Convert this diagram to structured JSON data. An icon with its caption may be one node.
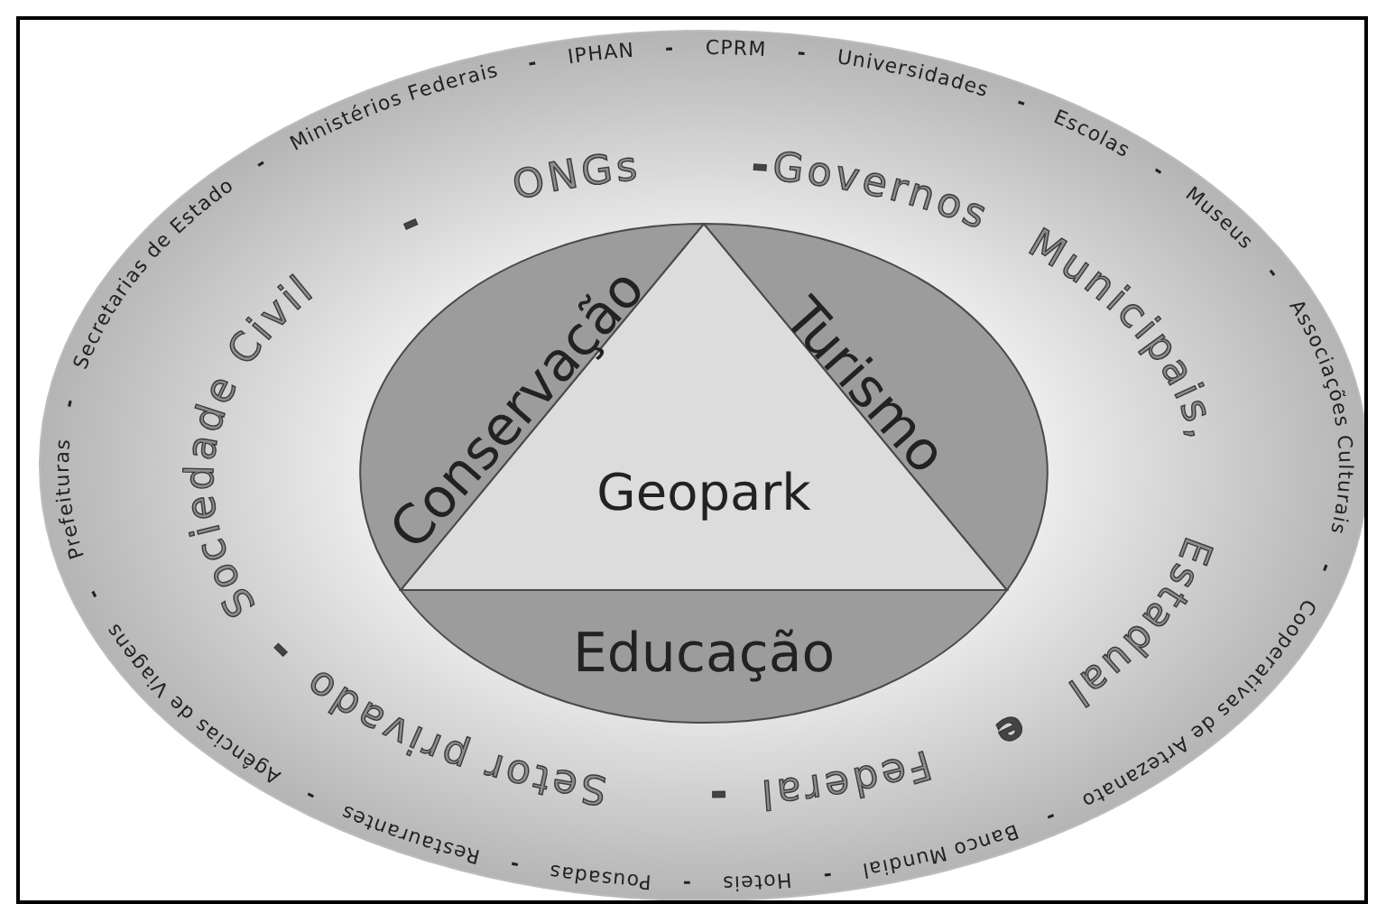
{
  "diagram": {
    "nodes": [
      {
        "text": [
          "Prefeituras",
          "-",
          "Secretarias de Estado",
          "-",
          "Ministérios Federais",
          "-",
          "IPHAN",
          "-",
          "CPRM",
          "-",
          "Universidades",
          "-",
          "Escolas",
          "-",
          "Museus",
          "-",
          "Associações Culturais",
          "-",
          "Cooperativas de Artezanato",
          "-",
          "Banco Mundial",
          "-",
          "Hoteis",
          "-",
          "Pousadas",
          "-",
          "Restaurantes",
          "-",
          "Agências de Viagens",
          "-",
          "ONGs",
          "-",
          "Governos",
          "Municipais,",
          "Estadual",
          "e",
          "Federal",
          "-",
          "Setor privado",
          "-",
          "Sociedade Civil",
          "-"
        ]
      },
      {
        "text": [
          "Geopark"
        ],
        "in": 0
      },
      {
        "text": [
          "Conservação"
        ],
        "in": 0
      },
      {
        "text": [
          "Turismo"
        ],
        "in": 0
      },
      {
        "text": [
          "Educação"
        ],
        "in": 0
      }
    ]
  }
}
